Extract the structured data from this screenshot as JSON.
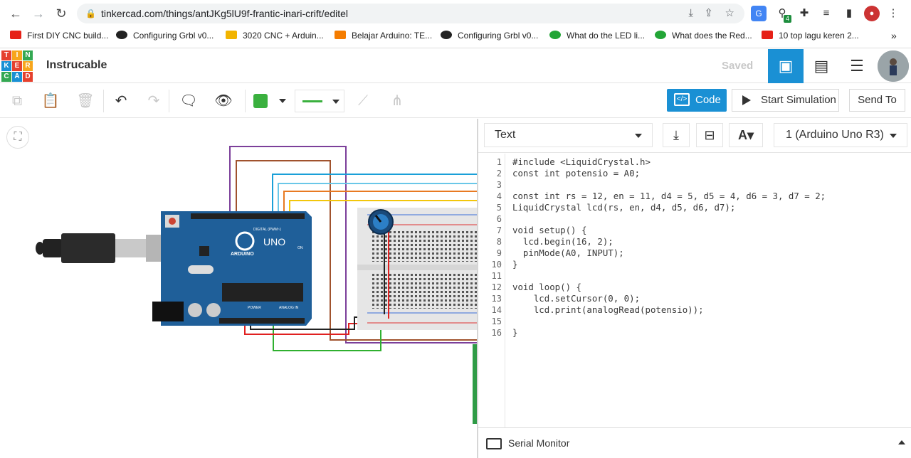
{
  "browser": {
    "url": "tinkercad.com/things/antJKg5lU9f-frantic-inari-crift/editel",
    "bookmarks": [
      {
        "label": "First DIY CNC build...",
        "color": "#e62117"
      },
      {
        "label": "Configuring Grbl v0...",
        "color": "#222222"
      },
      {
        "label": "3020 CNC + Arduin...",
        "color": "#f2b400"
      },
      {
        "label": "Belajar Arduino: TE...",
        "color": "#f57d00"
      },
      {
        "label": "Configuring Grbl v0...",
        "color": "#222222"
      },
      {
        "label": "What do the LED li...",
        "color": "#23a536"
      },
      {
        "label": "What does the Red...",
        "color": "#23a536"
      },
      {
        "label": "10 top lagu keren 2...",
        "color": "#e62117"
      }
    ],
    "more": "»",
    "extension_badge": "4"
  },
  "header": {
    "logo_letters": [
      "TIN",
      "KER",
      "CAD"
    ],
    "project_title": "Instrucable",
    "save_status": "Saved"
  },
  "toolbar": {
    "color_swatch": "#3ab03e",
    "code_label": "Code",
    "start_sim_label": "Start Simulation",
    "send_to_label": "Send To"
  },
  "code_panel": {
    "mode": "Text",
    "device": "1 (Arduino Uno R3)",
    "serial_monitor": "Serial Monitor",
    "lines": [
      "#include <LiquidCrystal.h>",
      "const int potensio = A0;",
      "",
      "const int rs = 12, en = 11, d4 = 5, d5 = 4, d6 = 3, d7 = 2;",
      "LiquidCrystal lcd(rs, en, d4, d5, d6, d7);",
      "",
      "void setup() {",
      "  lcd.begin(16, 2);",
      "  pinMode(A0, INPUT);",
      "}",
      "",
      "void loop() {",
      "    lcd.setCursor(0, 0);",
      "    lcd.print(analogRead(potensio));",
      "",
      "}"
    ]
  },
  "arduino": {
    "brand": "ARDUINO",
    "model": "UNO",
    "digital_label": "DIGITAL (PWM~)",
    "power_label": "POWER",
    "analog_label": "ANALOG IN",
    "on_label": "ON"
  },
  "colors": {
    "accent": "#1a90d4",
    "board": "#1f5f99"
  }
}
